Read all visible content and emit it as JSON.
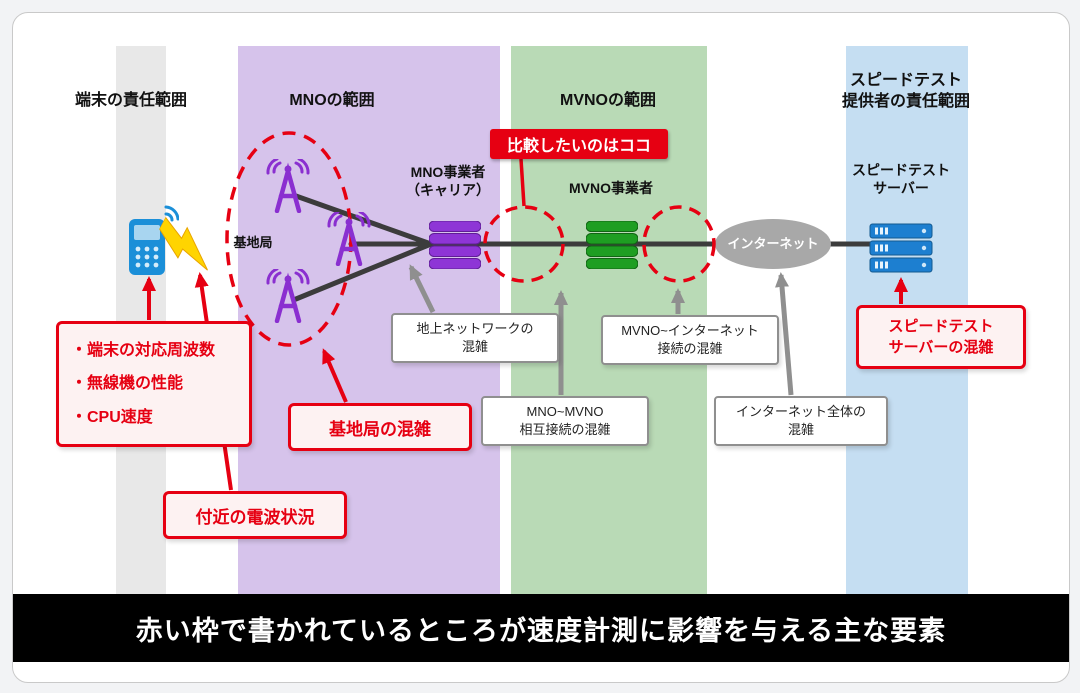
{
  "colors": {
    "accent_red": "#e60012",
    "lane_device_gray": "#e8e8e8",
    "lane_mno_purple": "#d6c3eb",
    "lane_mvno_green": "#b9dab6",
    "lane_speedtest_blue": "#c5def2",
    "mno_purple": "#8e35d6",
    "mvno_green": "#1e9e22",
    "device_blue": "#1b8fd8",
    "bolt_yellow": "#ffd400",
    "internet_gray": "#a8a8a8",
    "footer_bg": "#000000"
  },
  "lanes": {
    "device": "端末の責任範囲",
    "mno": "MNOの範囲",
    "mvno": "MVNOの範囲",
    "speedtest": "スピードテスト\n提供者の責任範囲"
  },
  "badge": "比較したいのはココ",
  "nodes": {
    "base_station": "基地局",
    "mno_carrier": "MNO事業者\n（キャリア）",
    "mvno_operator": "MVNO事業者",
    "internet": "インターネット",
    "speedtest_server": "スピードテスト\nサーバー"
  },
  "callouts": {
    "device_factors": "・端末の対応周波数\n・無線機の性能\n・CPU速度",
    "base_station_congestion": "基地局の混雑",
    "nearby_radio": "付近の電波状況",
    "ground_network": "地上ネットワークの\n混雑",
    "mno_mvno_interconnect": "MNO~MVNO\n相互接続の混雑",
    "mvno_internet": "MVNO~インターネット\n接続の混雑",
    "internet_overall": "インターネット全体の\n混雑",
    "server_congestion": "スピードテスト\nサーバーの混雑"
  },
  "icons": {
    "smartphone": "smartphone-icon",
    "lightning": "lightning-bolt-icon",
    "antenna": "antenna-tower-icon",
    "mno_core": "purple-cylinder-icon",
    "mvno_core": "green-cylinder-icon",
    "internet_cloud": "internet-ellipse",
    "server": "server-rack-icon"
  },
  "footer": "赤い枠で書かれているところが速度計測に影響を与える主な要素"
}
